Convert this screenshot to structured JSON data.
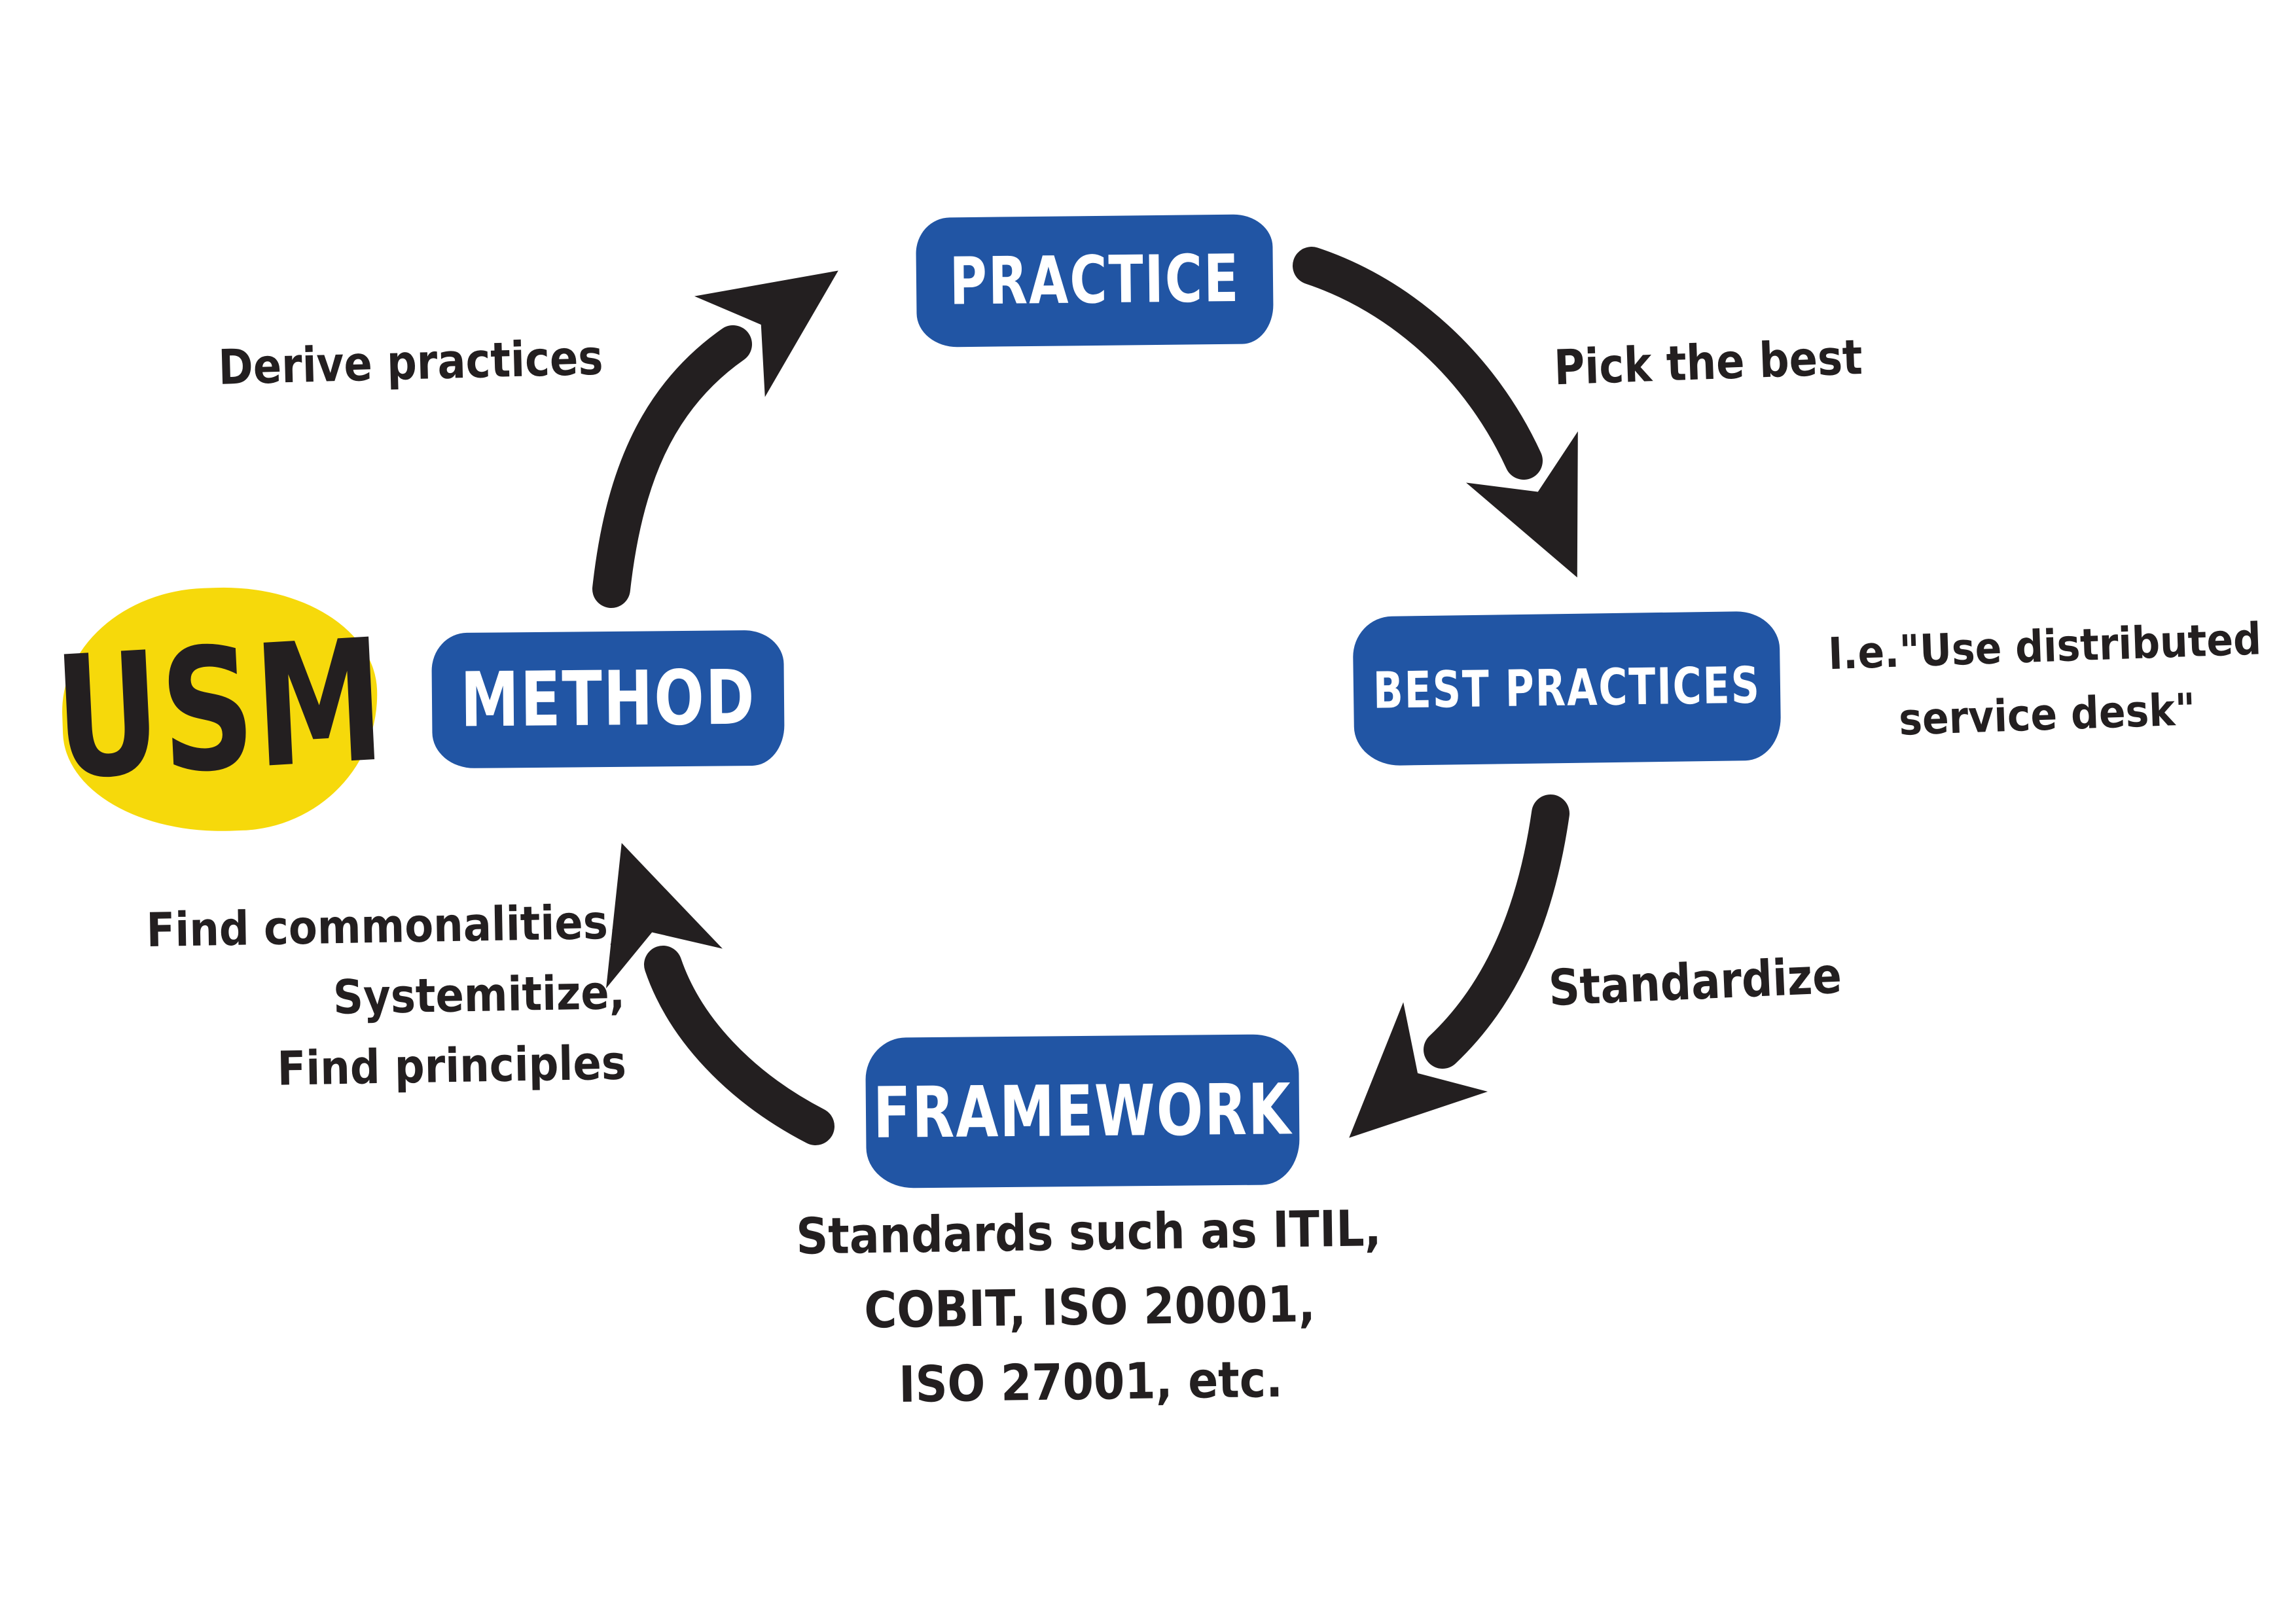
{
  "colors": {
    "background": "#ffffff",
    "node_fill": "#2155a4",
    "node_text": "#ffffff",
    "badge_fill": "#f6d90b",
    "ink": "#231f20"
  },
  "badge": {
    "label": "USM"
  },
  "nodes": {
    "practice": {
      "label": "PRACTICE"
    },
    "best_practices": {
      "label": "BEST PRACTICES"
    },
    "framework": {
      "label": "FRAMEWORK"
    },
    "method": {
      "label": "METHOD"
    }
  },
  "edge_labels": {
    "method_to_practice": "Derive practices",
    "practice_to_best_practices": "Pick the best",
    "best_practices_to_framework": "Standardize",
    "framework_to_method": {
      "line1": "Find commonalities,",
      "line2": "Systemitize,",
      "line3": "Find principles"
    }
  },
  "annotations": {
    "best_practices_example": {
      "line1": "I.e.\"Use distributed",
      "line2": "service desk\""
    },
    "framework_standards": {
      "line1": "Standards such as ITIL,",
      "line2": "COBIT, ISO 20001,",
      "line3": "ISO 27001, etc."
    }
  }
}
